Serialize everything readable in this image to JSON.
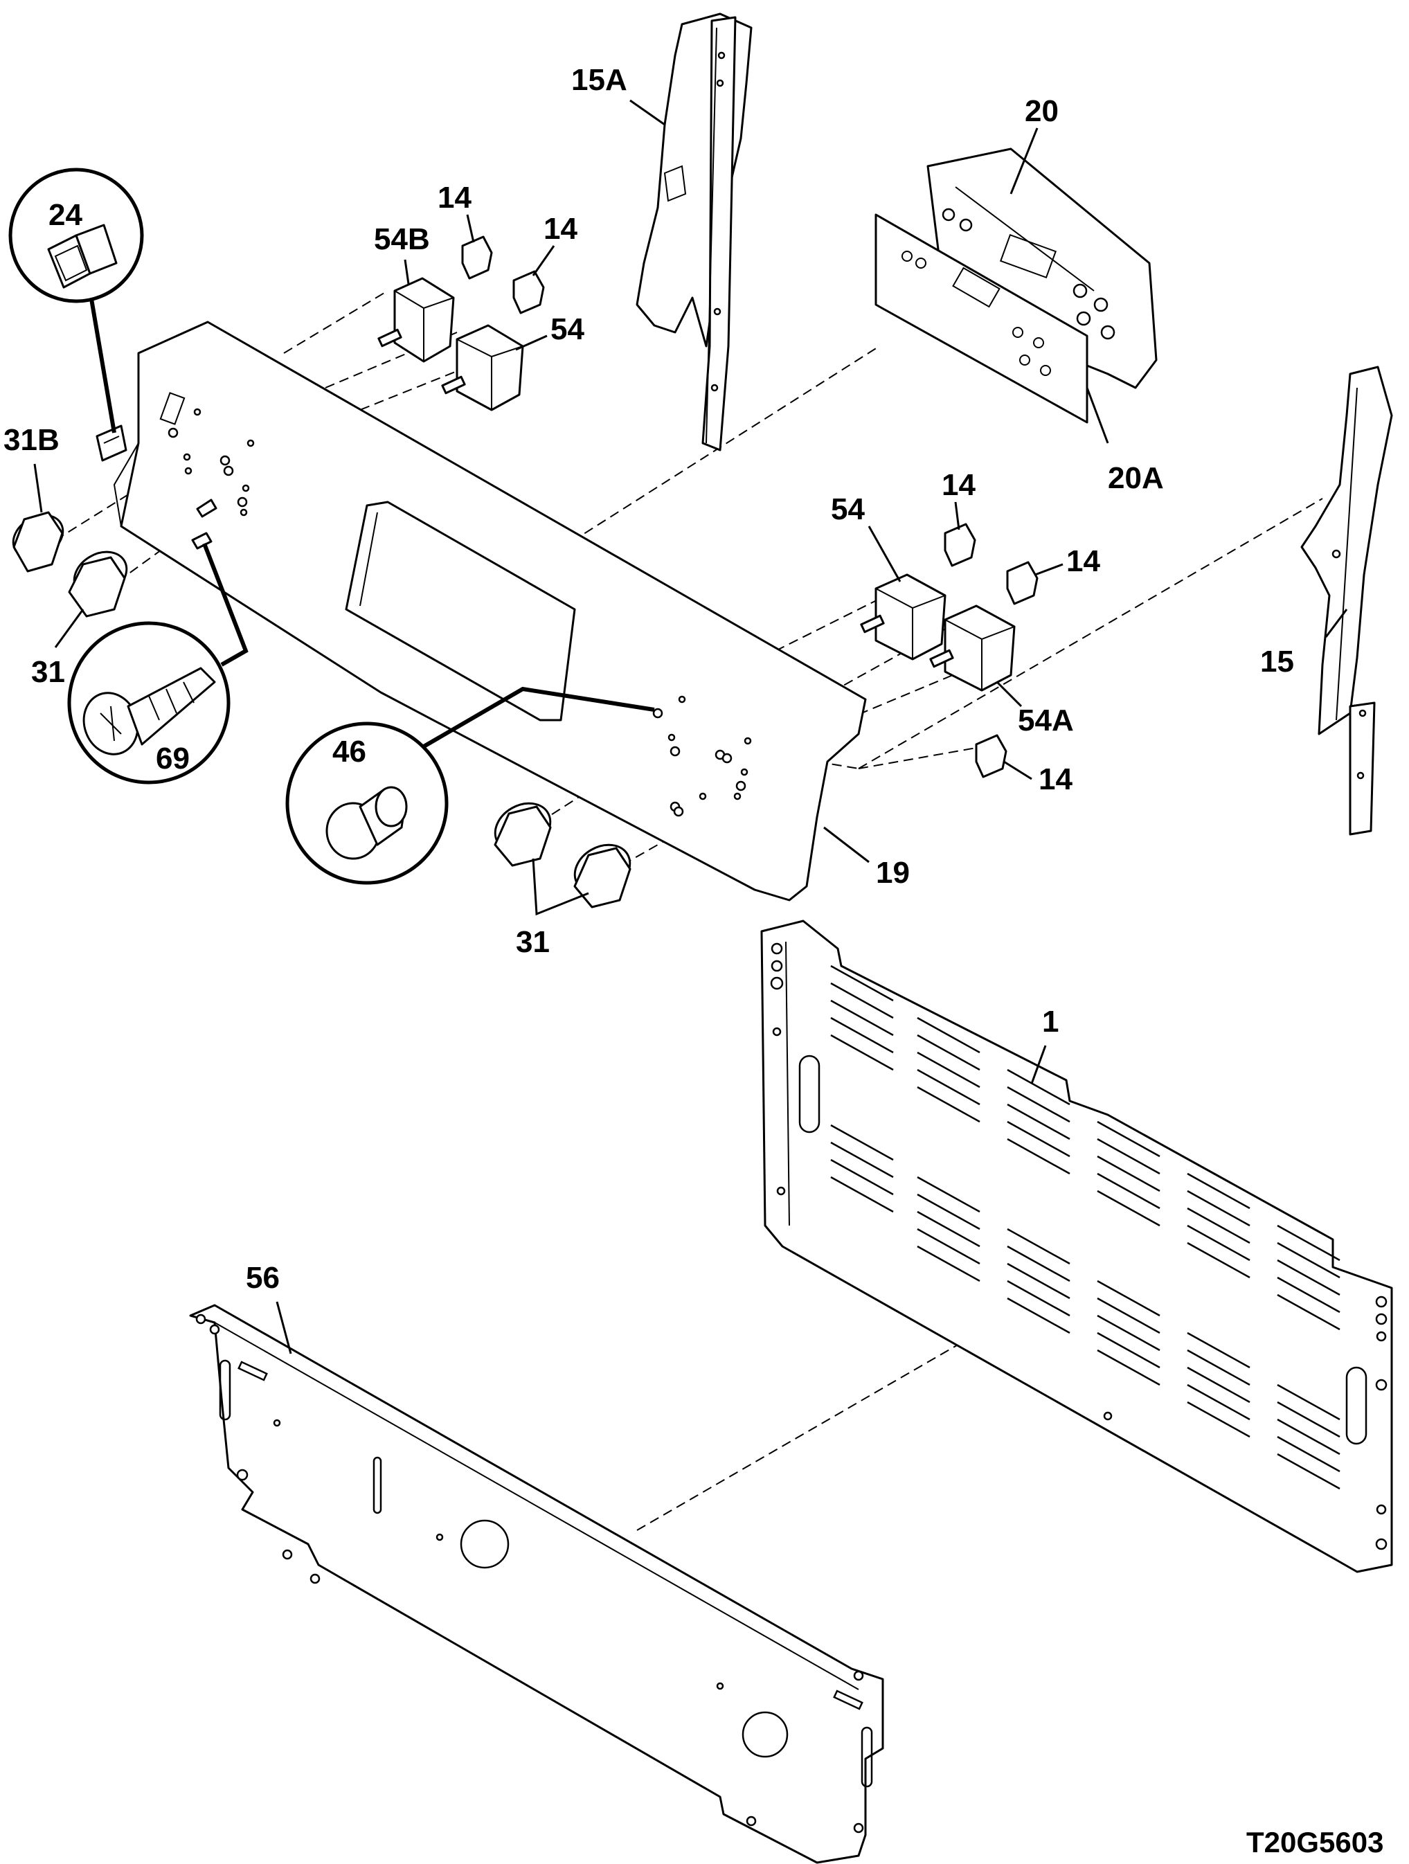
{
  "diagram": {
    "drawing_code": "T20G5603",
    "labels": {
      "l1": "1",
      "l14a": "14",
      "l14b": "14",
      "l14c": "14",
      "l14d": "14",
      "l14e": "14",
      "l15": "15",
      "l15a": "15A",
      "l19": "19",
      "l20": "20",
      "l20a": "20A",
      "l24": "24",
      "l31a": "31",
      "l31b": "31",
      "l31c": "31B",
      "l46": "46",
      "l54a": "54",
      "l54b": "54",
      "l54c": "54A",
      "l54d": "54B",
      "l56": "56",
      "l69": "69"
    }
  }
}
